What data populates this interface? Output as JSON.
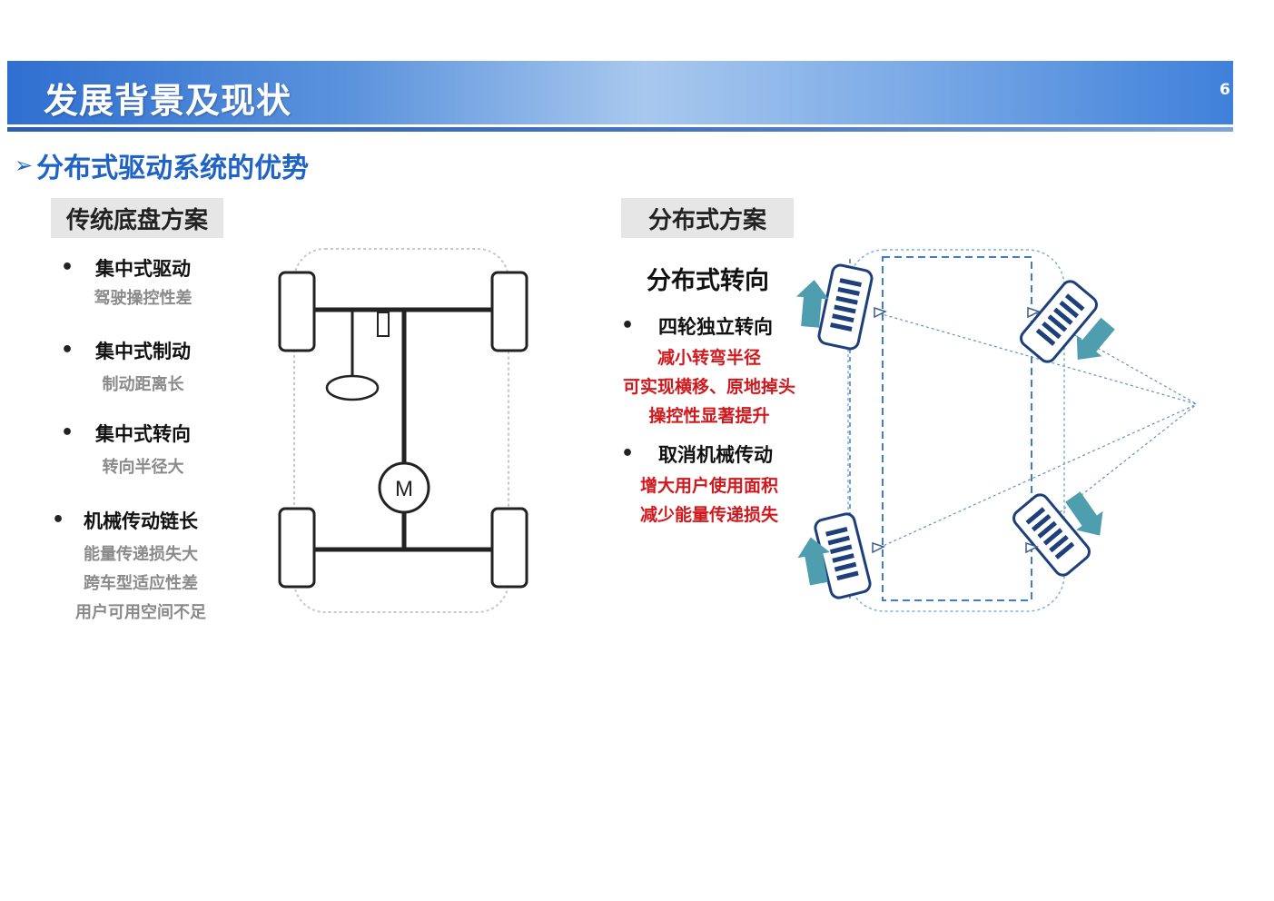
{
  "header": {
    "title": "发展背景及现状",
    "page_number": "6"
  },
  "section": {
    "heading": "分布式驱动系统的优势"
  },
  "traditional": {
    "label": "传统底盘方案",
    "items": [
      {
        "title": "集中式驱动",
        "sub": [
          "驾驶操控性差"
        ]
      },
      {
        "title": "集中式制动",
        "sub": [
          "制动距离长"
        ]
      },
      {
        "title": "集中式转向",
        "sub": [
          "转向半径大"
        ]
      },
      {
        "title": "机械传动链长",
        "sub": [
          "能量传递损失大",
          "跨车型适应性差",
          "用户可用空间不足"
        ]
      }
    ],
    "motor_label": "M"
  },
  "distributed": {
    "label": "分布式方案",
    "subtitle": "分布式转向",
    "items": [
      {
        "title": "四轮独立转向",
        "sub": [
          "减小转弯半径",
          "可实现横移、原地掉头",
          "操控性显著提升"
        ]
      },
      {
        "title": "取消机械传动",
        "sub": [
          "增大用户使用面积",
          "减少能量传递损失"
        ]
      }
    ]
  },
  "colors": {
    "accent_blue": "#1f63c4",
    "highlight_red": "#d0181d",
    "wheel_blue": "#1d3f7a",
    "arrow_teal": "#4e9eb0",
    "gray_text": "#8a8a8a"
  }
}
